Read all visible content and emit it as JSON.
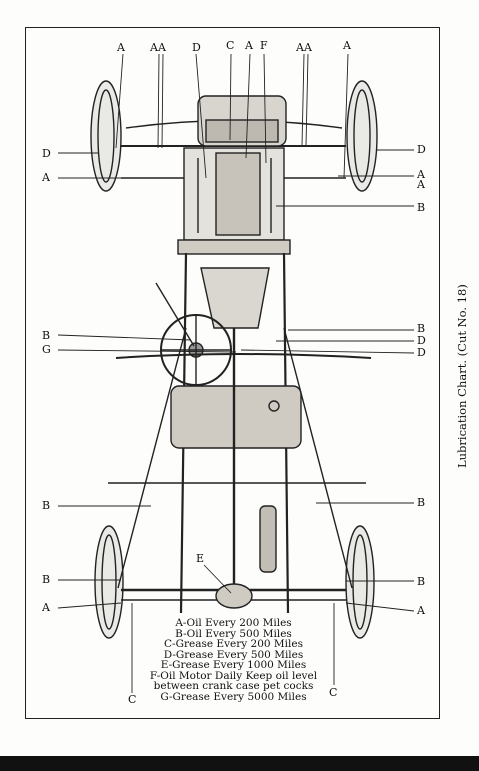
{
  "caption": "Lubrication Chart.   (Cut No. 18)",
  "top_labels": [
    "A",
    "AA",
    "D",
    "C",
    "A",
    "F",
    "AA",
    "A"
  ],
  "left_labels": [
    "D",
    "A",
    "B",
    "G",
    "B",
    "B",
    "A",
    "C"
  ],
  "right_labels": [
    "D",
    "A",
    "A",
    "B",
    "B",
    "D",
    "D",
    "B",
    "B",
    "A",
    "C"
  ],
  "center_labels": [
    "E"
  ],
  "legend": [
    "A-Oil Every 200 Miles",
    "B-Oil Every 500 Miles",
    "C-Grease Every 200 Miles",
    "D-Grease Every 500 Miles",
    "E-Grease Every 1000 Miles",
    "F-Oil Motor Daily   Keep oil level",
    "between crank case  pet cocks",
    "G-Grease Every 5000 Miles"
  ]
}
